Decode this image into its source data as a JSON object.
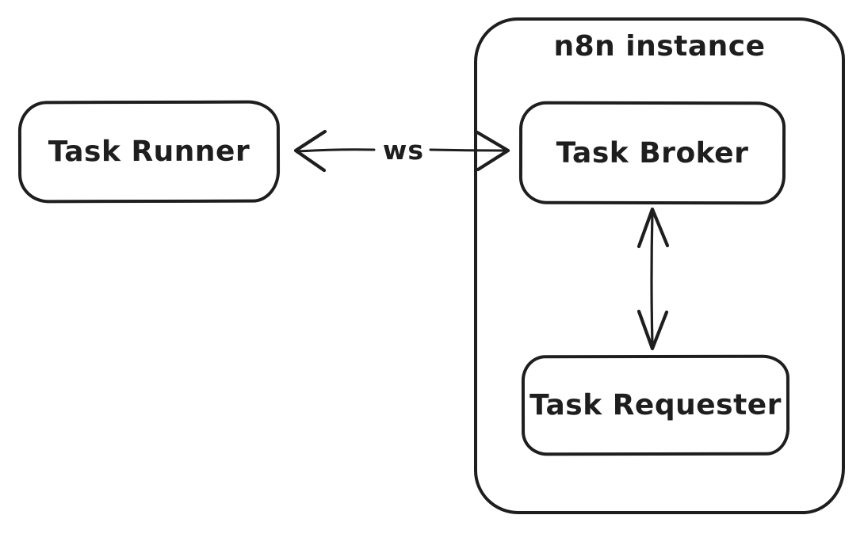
{
  "canvas": {
    "background_color": "#ffffff",
    "stroke_color": "#1e1e1e"
  },
  "container": {
    "label": "n8n instance"
  },
  "nodes": {
    "runner": {
      "label": "Task Runner"
    },
    "broker": {
      "label": "Task Broker"
    },
    "requester": {
      "label": "Task Requester"
    }
  },
  "edges": {
    "ws": {
      "label": "ws",
      "type": "bidirectional-arrow",
      "from": "Task Runner",
      "to": "Task Broker"
    },
    "broker_requester": {
      "label": "",
      "type": "bidirectional-arrow",
      "from": "Task Broker",
      "to": "Task Requester"
    }
  }
}
